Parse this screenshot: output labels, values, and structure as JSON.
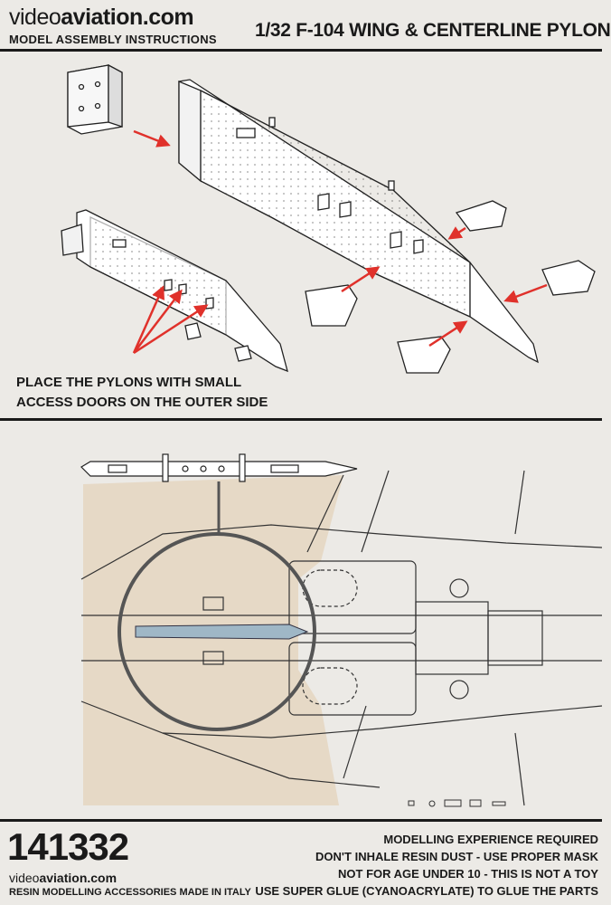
{
  "header": {
    "brand_light": "video",
    "brand_bold": "aviation",
    "brand_suffix": ".com",
    "subtitle": "MODEL ASSEMBLY INSTRUCTIONS",
    "title": "1/32 F-104 WING & CENTERLINE PYLON"
  },
  "instruction_note": {
    "line1": "PLACE THE PYLONS WITH SMALL",
    "line2": "ACCESS DOORS ON THE OUTER SIDE"
  },
  "footer": {
    "product_code": "141332",
    "brand_light": "video",
    "brand_bold": "aviation",
    "brand_suffix": ".com",
    "tagline": "RESIN MODELLING ACCESSORIES MADE IN ITALY",
    "warnings": [
      "MODELLING EXPERIENCE REQUIRED",
      "DON'T INHALE RESIN DUST - USE PROPER MASK",
      "NOT FOR AGE UNDER 10 - THIS IS NOT A TOY",
      "USE SUPER GLUE (CYANOACRYLATE) TO GLUE THE PARTS"
    ]
  },
  "colors": {
    "paper": "#eceae6",
    "ink": "#1a1a1a",
    "arrow_red": "#e0312b",
    "wing_tint": "#e6d9c6",
    "highlight_blue": "#9fb7c6"
  }
}
